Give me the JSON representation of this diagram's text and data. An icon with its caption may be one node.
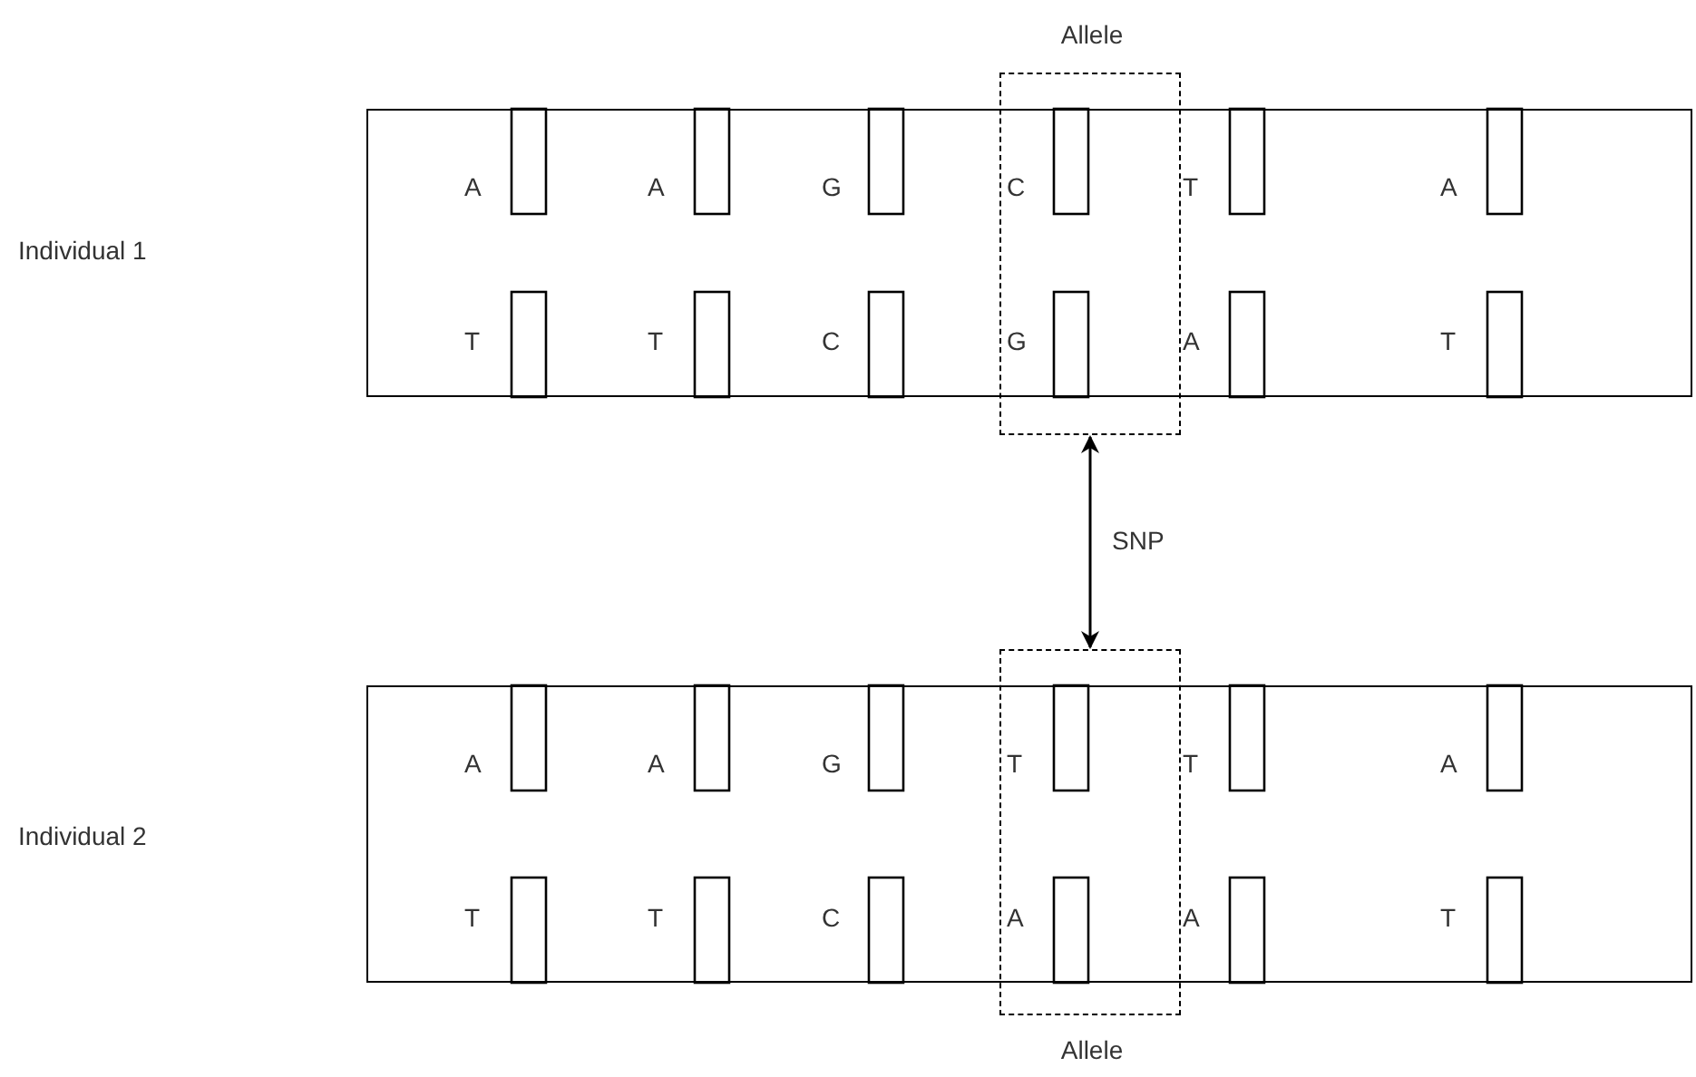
{
  "diagram": {
    "nodes": [
      {
        "text": [],
        "shape": "box"
      },
      {
        "text": [
          "Allele"
        ]
      },
      {
        "text": [],
        "shape": "box"
      },
      {
        "text": [
          "Allele"
        ]
      }
    ],
    "edges": [
      {
        "from": 1,
        "to": 3,
        "arrow": "both",
        "label": "SNP"
      }
    ],
    "labels": [
      "Individual 1",
      "A",
      "A",
      "G",
      "C",
      "T",
      "A",
      "T",
      "T",
      "C",
      "G",
      "A",
      "T",
      "Individual 2",
      "A",
      "A",
      "G",
      "T",
      "T",
      "A",
      "T",
      "T",
      "C",
      "A",
      "A",
      "T"
    ]
  }
}
